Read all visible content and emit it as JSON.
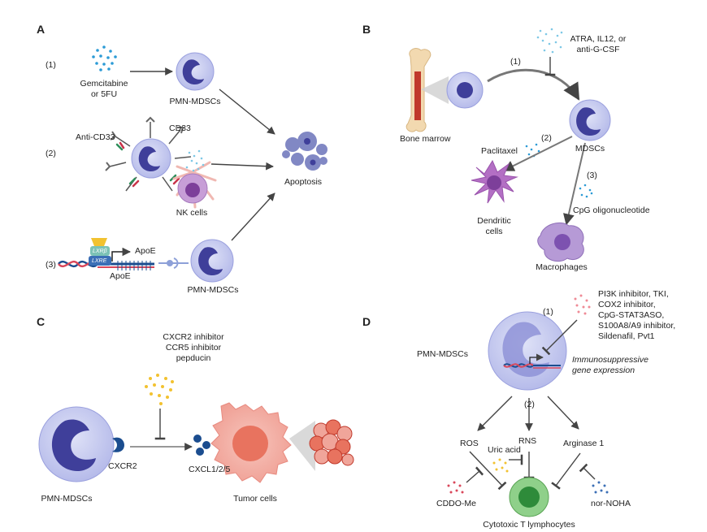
{
  "panels": {
    "a": {
      "letter": "A",
      "step1": "(1)",
      "drug1": "Gemcitabine\nor 5FU",
      "mdsc1": "PMN-MDSCs",
      "step2": "(2)",
      "anti_cd33": "Anti-CD33",
      "cd33": "CD33",
      "nk": "NK cells",
      "apoptosis": "Apoptosis",
      "step3": "(3)",
      "lxrb_top": "LXRβ",
      "lxre": "LXRE",
      "apoe_arrow": "ApoE",
      "apoe_gene": "ApoE",
      "mdsc3": "PMN-MDSCs"
    },
    "b": {
      "letter": "B",
      "step1": "(1)",
      "drug1": "ATRA, IL12, or\nanti-G-CSF",
      "bone_marrow": "Bone marrow",
      "mdscs": "MDSCs",
      "step2": "(2)",
      "paclitaxel": "Paclitaxel",
      "step3": "(3)",
      "cpg": "CpG oligonucleotide",
      "dendritic": "Dendritic\ncells",
      "macrophages": "Macrophages"
    },
    "c": {
      "letter": "C",
      "inhibitors": "CXCR2 inhibitor\nCCR5 inhibitor\npepducin",
      "cxcr2": "CXCR2",
      "cxcl": "CXCL1/2/5",
      "mdsc": "PMN-MDSCs",
      "tumor": "Tumor cells"
    },
    "d": {
      "letter": "D",
      "step1": "(1)",
      "drugs": "PI3K inhibitor, TKI,\nCOX2 inhibitor,\nCpG-STAT3ASO,\nS100A8/A9 inhibitor,\nSildenafil, Pvt1",
      "mdsc": "PMN-MDSCs",
      "gene_expr": "Immunosuppressive\ngene expression",
      "step2": "(2)",
      "ros": "ROS",
      "rns": "RNS",
      "uric": "Uric acid",
      "arginase": "Arginase 1",
      "cddo": "CDDO-Me",
      "nornoha": "nor-NOHA",
      "ctl": "Cytotoxic T lymphocytes"
    }
  },
  "colors": {
    "mdsc_fill": "#c9cdef",
    "mdsc_nucleus": "#3f3f9a",
    "arrow": "#444444",
    "drug_blue": "#2c9bd6",
    "drug_yellow": "#f2c230",
    "drug_red": "#d9475a",
    "tumor": "#f2a9a0",
    "tcell": "#6dbf6a"
  }
}
